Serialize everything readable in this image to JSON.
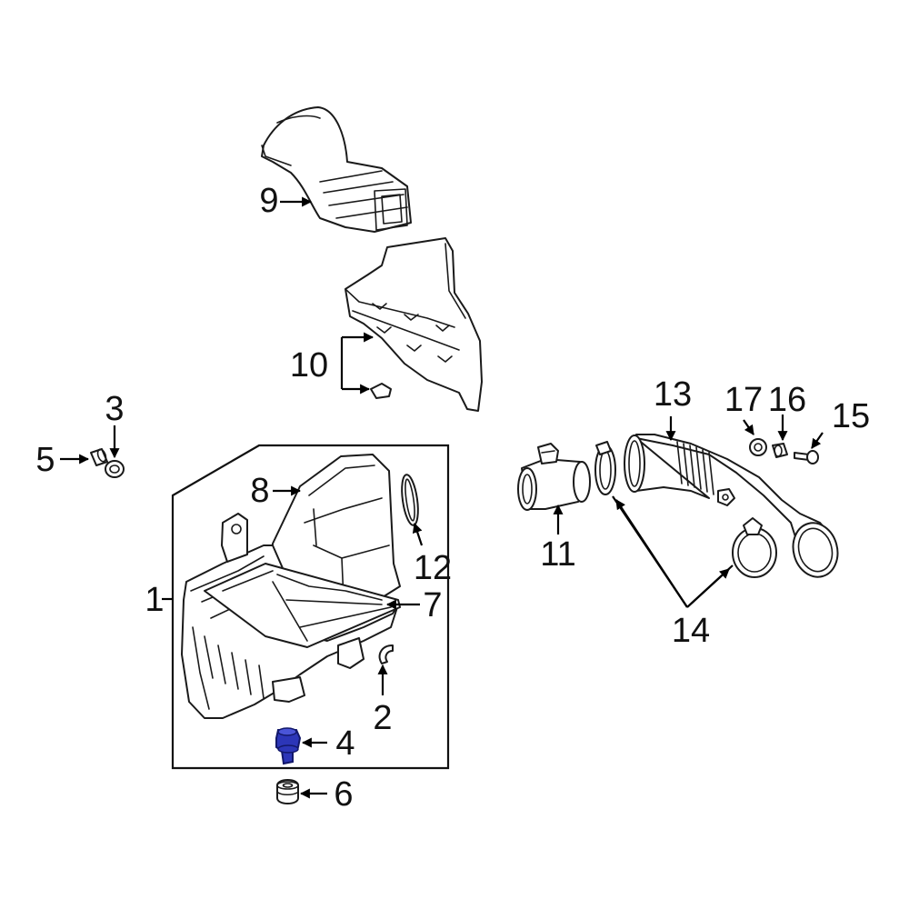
{
  "colors": {
    "line": "#1a1a1a",
    "highlight": "#2c36b8",
    "highlight_dark": "#12186a",
    "background": "#ffffff"
  },
  "callouts": {
    "c1": "1",
    "c2": "2",
    "c3": "3",
    "c4": "4",
    "c5": "5",
    "c6": "6",
    "c7": "7",
    "c8": "8",
    "c9": "9",
    "c10": "10",
    "c11": "11",
    "c12": "12",
    "c13": "13",
    "c14": "14",
    "c15": "15",
    "c16": "16",
    "c17": "17"
  },
  "highlighted_part": "4"
}
